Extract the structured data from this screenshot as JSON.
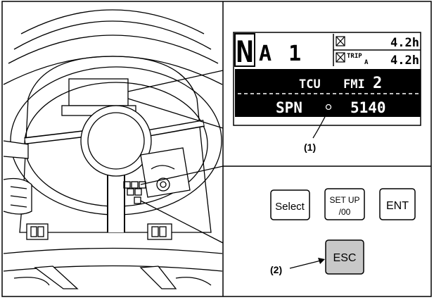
{
  "display": {
    "gear": "N",
    "range": "A 1",
    "hour_meter": "4.2h",
    "trip_label": "TRIP",
    "trip_sub": "A",
    "trip_value": "4.2h",
    "unit_label": "TCU",
    "fmi_label": "FMI",
    "fmi_value": "2",
    "spn_label": "SPN",
    "spn_value": "5140"
  },
  "buttons": {
    "select": "Select",
    "setup_line1": "SET UP",
    "setup_line2": "/00",
    "enter": "ENT",
    "escape": "ESC"
  },
  "callouts": {
    "one": "(1)",
    "two": "(2)"
  },
  "colors": {
    "esc_fill": "#c8c8c8",
    "lcd_dark": "#000000"
  }
}
